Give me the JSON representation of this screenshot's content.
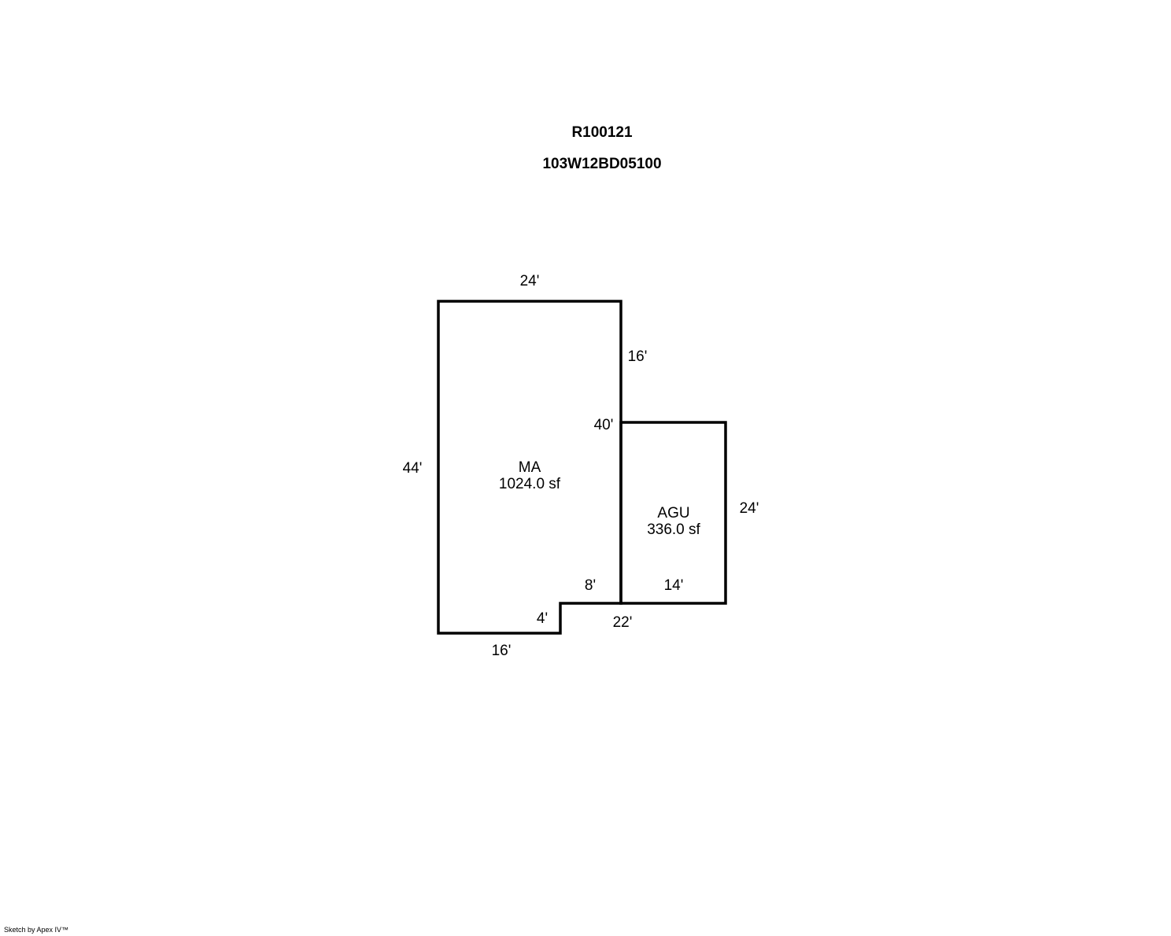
{
  "header": {
    "account_id": "R100121",
    "parcel_id": "103W12BD05100"
  },
  "areas": [
    {
      "code": "MA",
      "size": "1024.0 sf"
    },
    {
      "code": "AGU",
      "size": "336.0 sf"
    }
  ],
  "dimensions": {
    "ma_top": "24'",
    "ma_right_upper": "16'",
    "ma_shared_wall": "40'",
    "ma_left": "44'",
    "ma_notch_horizontal": "8'",
    "ma_notch_vertical": "4'",
    "ma_bottom": "16'",
    "agu_right": "24'",
    "agu_bottom_inner": "14'",
    "combined_bottom": "22'"
  },
  "footer": {
    "credit": "Sketch by Apex IV™"
  }
}
